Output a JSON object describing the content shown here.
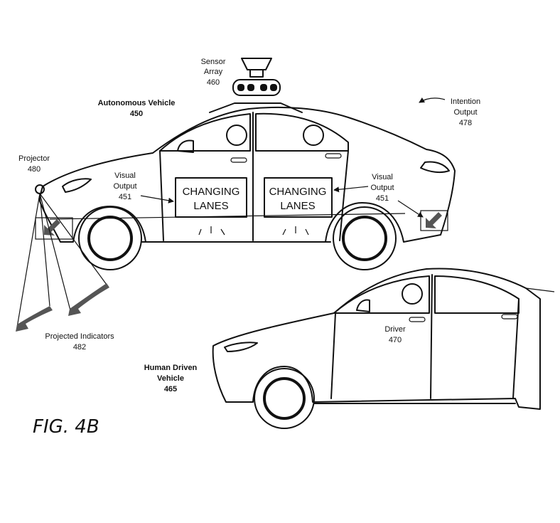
{
  "labels": {
    "sensor_array": {
      "line1": "Sensor",
      "line2": "Array",
      "num": "460"
    },
    "autonomous_vehicle": {
      "line1": "Autonomous Vehicle",
      "num": "450"
    },
    "intention_output": {
      "line1": "Intention",
      "line2": "Output",
      "num": "478"
    },
    "projector": {
      "line1": "Projector",
      "num": "480"
    },
    "visual_output_front": {
      "line1": "Visual",
      "line2": "Output",
      "num": "451"
    },
    "visual_output_rear": {
      "line1": "Visual",
      "line2": "Output",
      "num": "451"
    },
    "projected_indicators": {
      "line1": "Projected Indicators",
      "num": "482"
    },
    "driver": {
      "line1": "Driver",
      "num": "470"
    },
    "human_driven_vehicle": {
      "line1": "Human Driven",
      "line2": "Vehicle",
      "num": "465"
    }
  },
  "door_signs": {
    "front": {
      "line1": "CHANGING",
      "line2": "LANES"
    },
    "rear": {
      "line1": "CHANGING",
      "line2": "LANES"
    }
  },
  "figure_label": "FIG. 4B"
}
